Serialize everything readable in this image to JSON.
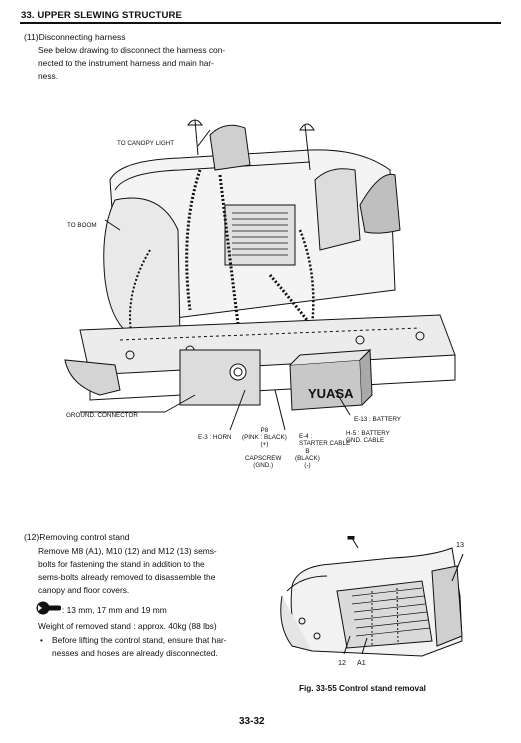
{
  "header": {
    "title": "33. UPPER SLEWING STRUCTURE"
  },
  "section11": {
    "title": "(11)Disconnecting harness",
    "body": [
      "See below drawing to disconnect the harness con-",
      "nected to the instrument harness and main har-",
      "ness."
    ]
  },
  "drawing1": {
    "labels": {
      "canopy_light": "TO CANOPY LIGHT",
      "boom": "TO BOOM",
      "ground_connector": "GROUND. CONNECTOR",
      "battery": "E-13 : BATTERY",
      "horn": "E-3 : HORN",
      "p8_line1": "P8",
      "p8_line2": "(PINK : BLACK)",
      "p8_line3": "(+)",
      "e4_line1": "E-4 :",
      "e4_line2": "STARTER CABLE",
      "h5_line1": "H-5 : BATTERY",
      "h5_line2": "GND. CABLE",
      "b_line1": "B",
      "b_line2": "(BLACK)",
      "b_line3": "(-)",
      "capscrew_line1": "CAPSCREW",
      "capscrew_line2": "(GND.)",
      "battery_brand": "YUASA"
    }
  },
  "section12": {
    "title": "(12)Removing control stand",
    "body": [
      "Remove M8 (A1), M10 (12) and M12 (13) sems-",
      "bolts for fastening the stand in addition to the",
      "sems-bolts already removed to disassemble the",
      "canopy and floor covers."
    ],
    "wrench_sizes": ": 13 mm, 17 mm and 19 mm",
    "weight": "Weight of removed stand : approx. 40kg (88 lbs)",
    "bullet": [
      "Before lifting the control stand, ensure that har-",
      "nesses and hoses are already disconnected."
    ]
  },
  "drawing2": {
    "labels": {
      "l13": "13",
      "l12": "12",
      "la1": "A1"
    },
    "caption": "Fig. 33-55 Control stand removal"
  },
  "footer": {
    "page": "33-32"
  }
}
